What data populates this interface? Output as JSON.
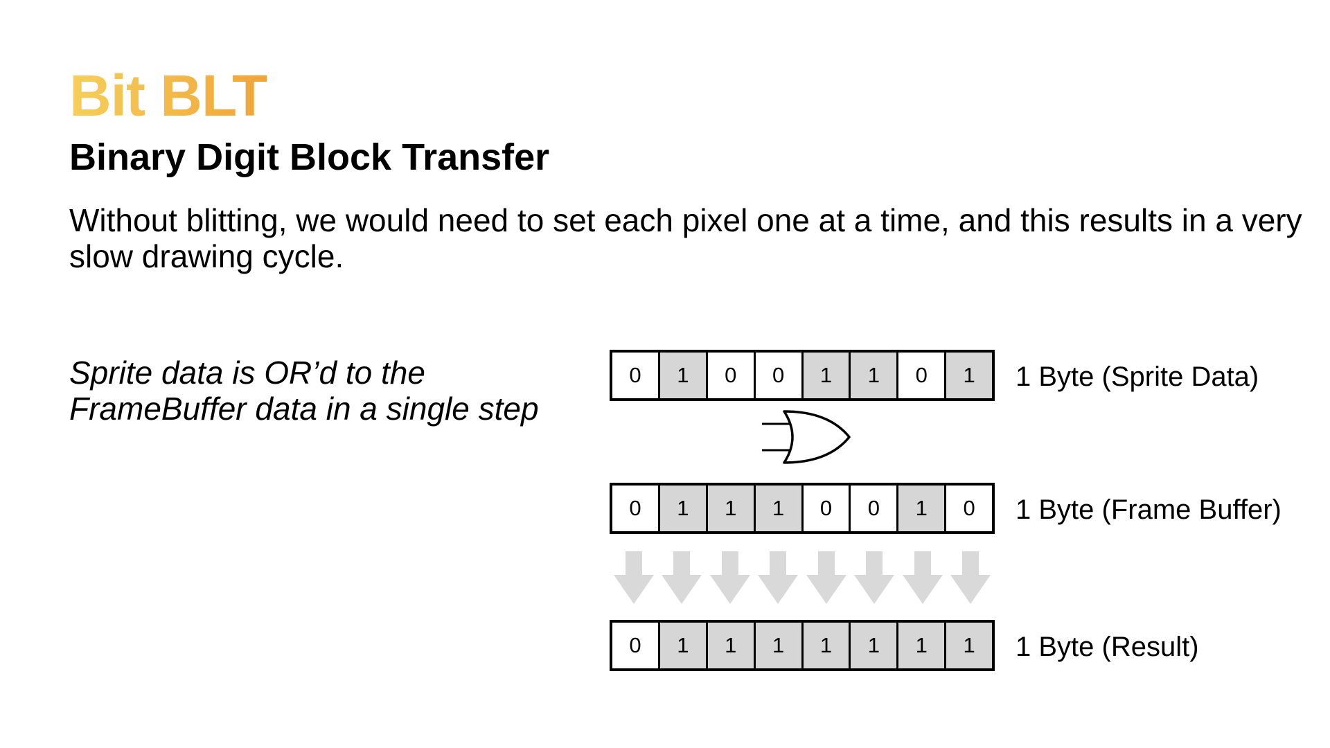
{
  "slide": {
    "title": "Bit BLT",
    "subtitle": "Binary Digit Block Transfer",
    "body": "Without blitting, we would need to set each pixel one at a time, and this results in a very slow drawing cycle.",
    "caption_line1": "Sprite data is OR’d to the",
    "caption_line2": "FrameBuffer data in a single step"
  },
  "colors": {
    "title_gradient_start": "#f6cf5a",
    "title_gradient_end": "#f0a43a",
    "bit_on_fill": "#d6d6d6",
    "bit_off_fill": "#ffffff",
    "arrow_fill": "#d9d9d9"
  },
  "diagram": {
    "gate_icon": "or-gate-icon",
    "arrow_icon": "down-arrow-icon",
    "rows": [
      {
        "label": "1 Byte (Sprite Data)",
        "bits": [
          "0",
          "1",
          "0",
          "0",
          "1",
          "1",
          "0",
          "1"
        ]
      },
      {
        "label": "1 Byte (Frame Buffer)",
        "bits": [
          "0",
          "1",
          "1",
          "1",
          "0",
          "0",
          "1",
          "0"
        ]
      },
      {
        "label": "1 Byte (Result)",
        "bits": [
          "0",
          "1",
          "1",
          "1",
          "1",
          "1",
          "1",
          "1"
        ]
      }
    ]
  }
}
